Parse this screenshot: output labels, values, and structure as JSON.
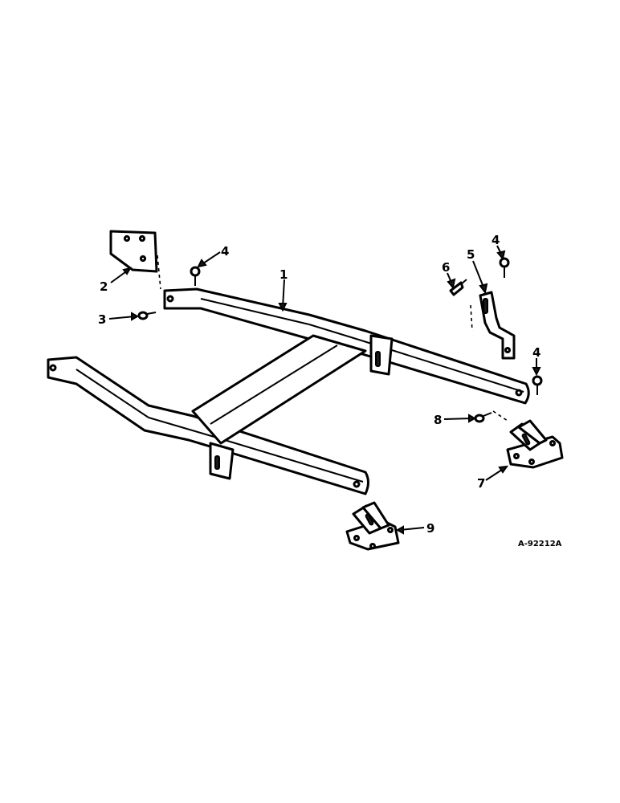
{
  "callouts": {
    "c1": "1",
    "c2": "2",
    "c3": "3",
    "c4a": "4",
    "c4b": "4",
    "c5": "5",
    "c6": "6",
    "c7": "7",
    "c8": "8",
    "c9": "9"
  },
  "reference_number": "A-92212A"
}
